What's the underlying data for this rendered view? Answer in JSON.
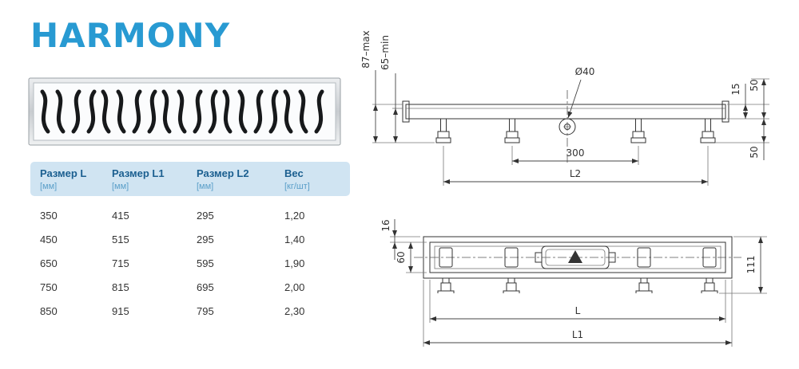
{
  "page": {
    "title": "HARMONY"
  },
  "table": {
    "headers": [
      {
        "label": "Размер L",
        "unit": "[мм]"
      },
      {
        "label": "Размер L1",
        "unit": "[мм]"
      },
      {
        "label": "Размер L2",
        "unit": "[мм]"
      },
      {
        "label": "Вес",
        "unit": "[кг/шт]"
      }
    ],
    "rows": [
      [
        "350",
        "415",
        "295",
        "1,20"
      ],
      [
        "450",
        "515",
        "295",
        "1,40"
      ],
      [
        "650",
        "715",
        "595",
        "1,90"
      ],
      [
        "750",
        "815",
        "695",
        "2,00"
      ],
      [
        "850",
        "915",
        "795",
        "2,30"
      ]
    ]
  },
  "drawings": {
    "side_view": {
      "dim_height_max": "87–max",
      "dim_height_min": "65–min",
      "dim_outlet": "Ø40",
      "dim_edge": "15",
      "dim_top": "50",
      "dim_leg": "50",
      "dim_leg_span": "300",
      "dim_length": "L2"
    },
    "top_view": {
      "dim_flange": "16",
      "dim_width": "60",
      "dim_total_width": "111",
      "dim_length": "L",
      "dim_total_length": "L1"
    }
  },
  "colors": {
    "accent": "#289ad2",
    "table_header_bg": "#d0e4f2",
    "header_text": "#1b5f90",
    "unit_text": "#5b9fc9",
    "line": "#333333"
  }
}
